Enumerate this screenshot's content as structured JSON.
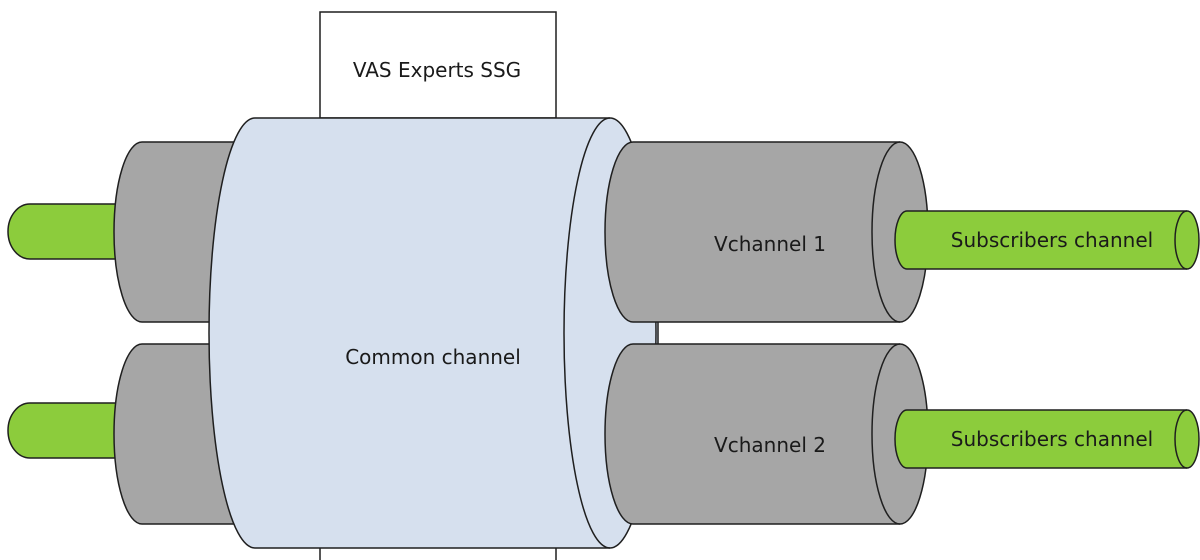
{
  "labels": {
    "ssg": "VAS Experts SSG",
    "common": "Common channel",
    "vchannel1": "Vchannel 1",
    "vchannel2": "Vchannel 2",
    "subscribers1": "Subscribers channel",
    "subscribers2": "Subscribers channel"
  },
  "colors": {
    "green_pipe": "#8CCC3C",
    "gray_pipe": "#A6A6A6",
    "common_pipe": "#D6E0EE",
    "box": "#FFFFFF",
    "stroke": "#1F1F1F"
  }
}
